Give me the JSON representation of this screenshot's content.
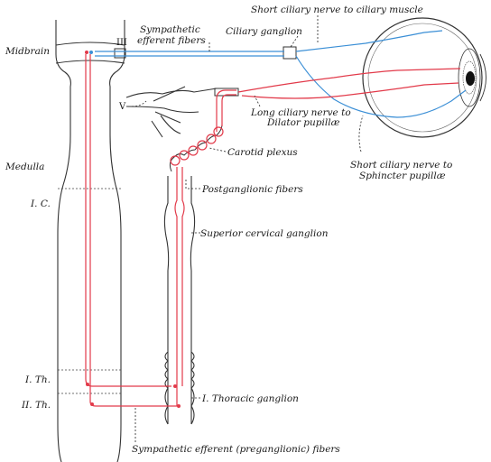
{
  "labels": {
    "midbrain": "Midbrain",
    "nerve_iii": "III",
    "sympathetic_efferent_line1": "Sympathetic",
    "sympathetic_efferent_line2": "efferent fibers",
    "short_ciliary_muscle": "Short ciliary nerve to ciliary muscle",
    "ciliary_ganglion": "Ciliary ganglion",
    "nerve_v": "V",
    "long_ciliary_line1": "Long ciliary nerve to",
    "long_ciliary_line2": "Dilator pupillæ",
    "medulla": "Medulla",
    "carotid_plexus": "Carotid plexus",
    "short_ciliary_sphincter_line1": "Short ciliary nerve to",
    "short_ciliary_sphincter_line2": "Sphincter pupillæ",
    "ic": "I. C.",
    "postganglionic": "Postganglionic fibers",
    "superior_cervical": "Superior cervical ganglion",
    "i_th": "I. Th.",
    "ii_th": "II. Th.",
    "thoracic_ganglion": "I. Thoracic ganglion",
    "preganglionic": "Sympathetic efferent (preganglionic) fibers"
  },
  "colors": {
    "parasympathetic": "#3b8fd6",
    "sympathetic": "#e23a4a",
    "outline": "#333333"
  }
}
